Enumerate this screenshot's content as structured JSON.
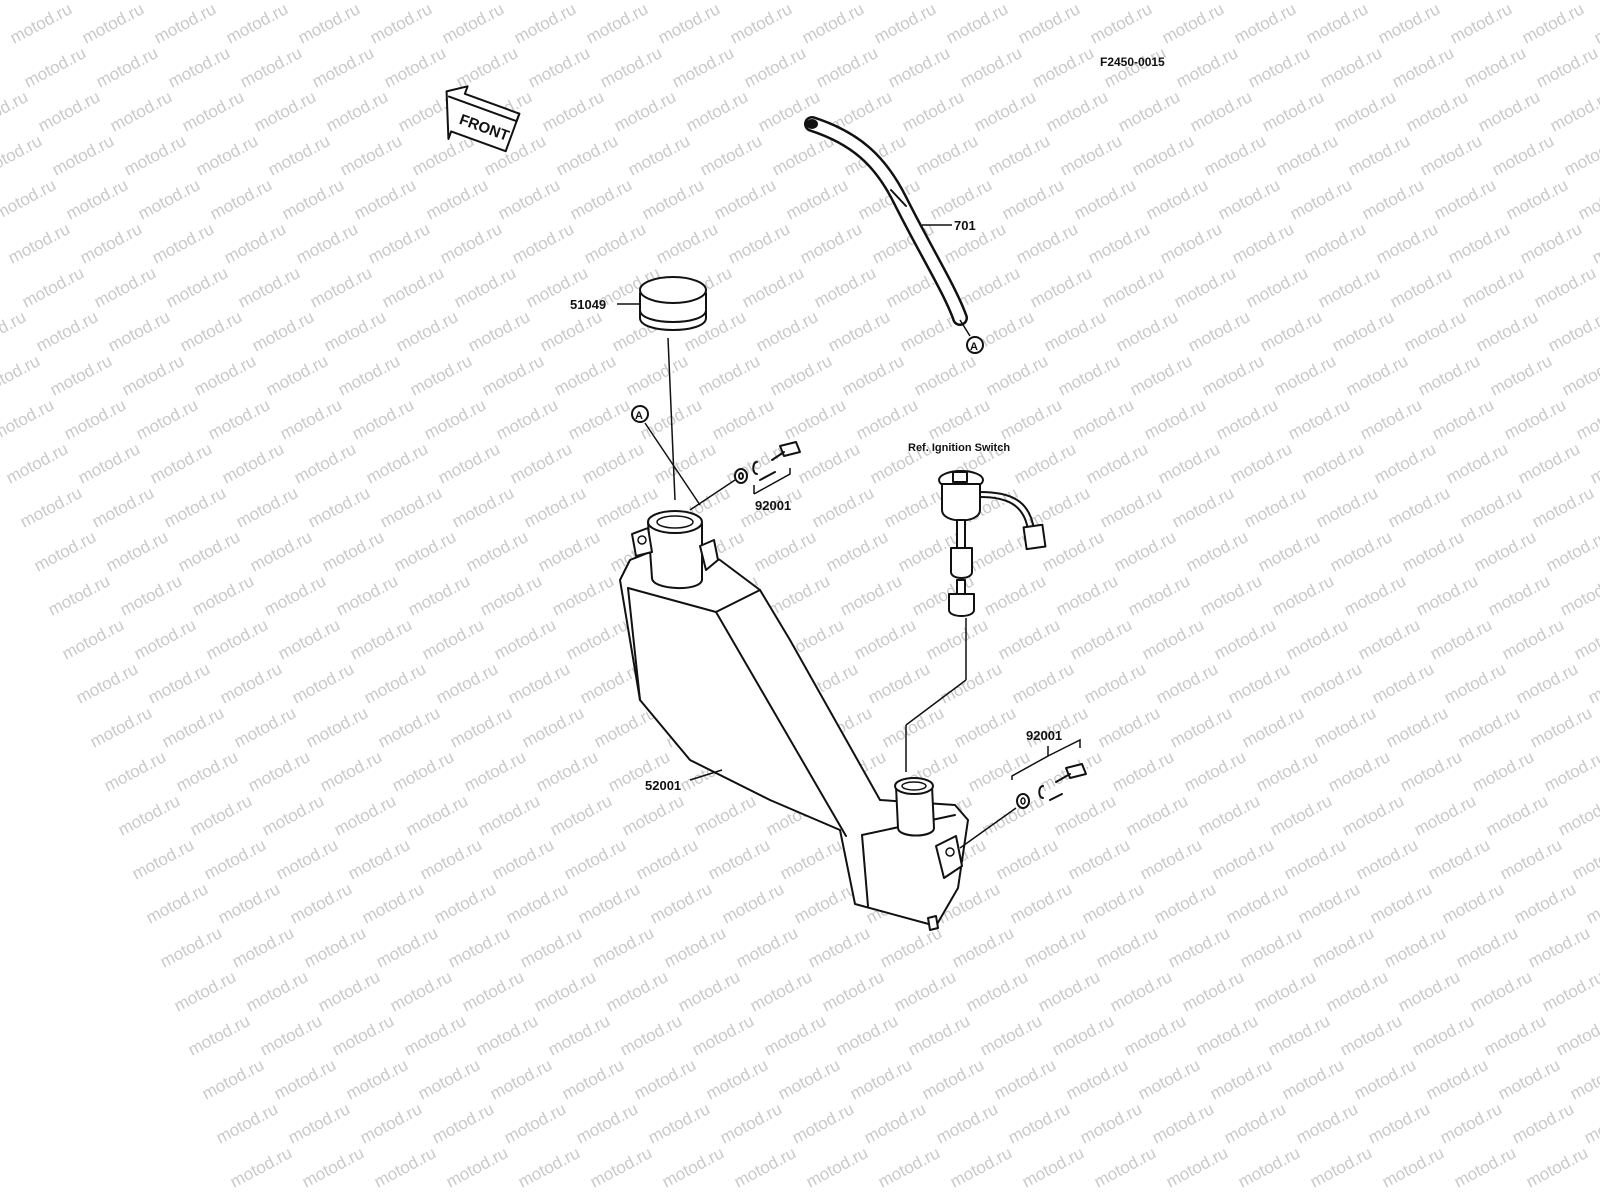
{
  "diagram": {
    "code": "F2450-0015",
    "front_label": "FRONT",
    "ref_label": "Ref. Ignition Switch",
    "watermark": "motod.ru",
    "parts": {
      "hose": "701",
      "cap": "51049",
      "bolt_top": "92001",
      "bolt_bottom": "92001",
      "tank": "52001"
    },
    "markers": {
      "marker_top": "A",
      "marker_bottom": "A"
    }
  }
}
